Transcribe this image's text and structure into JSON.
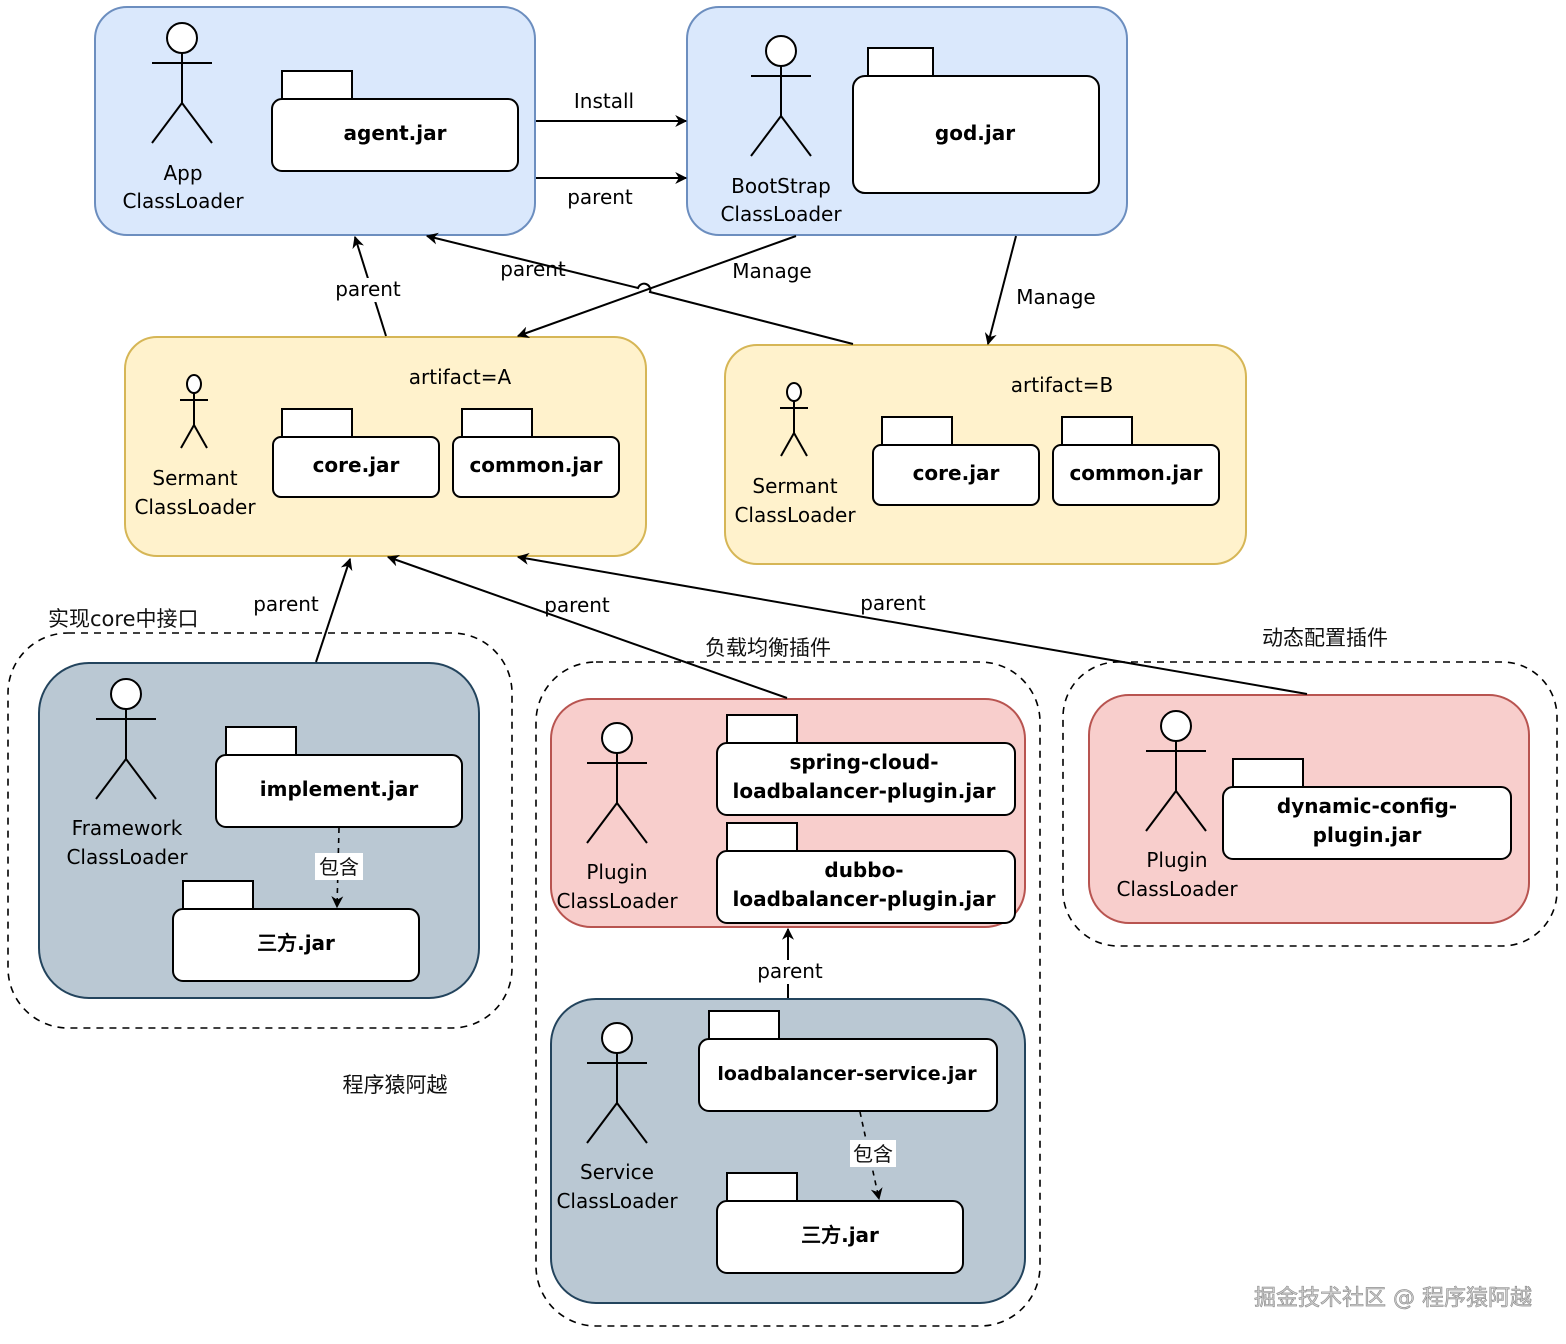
{
  "colors": {
    "blue_fill": "#dae8fc",
    "blue_stroke": "#6c8ebf",
    "yellow_fill": "#fff2cc",
    "yellow_stroke": "#d6b656",
    "red_fill": "#f8cecc",
    "red_stroke": "#b85450",
    "slate_fill": "#bac8d3",
    "slate_stroke": "#23445d"
  },
  "loaders": {
    "app": {
      "line1": "App",
      "line2": "ClassLoader",
      "jar": "agent.jar"
    },
    "bootstrap": {
      "line1": "BootStrap",
      "line2": "ClassLoader",
      "jar": "god.jar"
    },
    "sermant_a": {
      "line1": "Sermant",
      "line2": "ClassLoader",
      "artifact": "artifact=A",
      "jars": [
        "core.jar",
        "common.jar"
      ]
    },
    "sermant_b": {
      "line1": "Sermant",
      "line2": "ClassLoader",
      "artifact": "artifact=B",
      "jars": [
        "core.jar",
        "common.jar"
      ]
    },
    "framework": {
      "line1": "Framework",
      "line2": "ClassLoader",
      "jar1": "implement.jar",
      "jar2": "三方.jar",
      "contains": "包含"
    },
    "plugin_lb": {
      "line1": "Plugin",
      "line2": "ClassLoader",
      "jar1_line1": "spring-cloud-",
      "jar1_line2": "loadbalancer-plugin.jar",
      "jar2_line1": "dubbo-",
      "jar2_line2": "loadbalancer-plugin.jar"
    },
    "plugin_dc": {
      "line1": "Plugin",
      "line2": "ClassLoader",
      "jar_line1": "dynamic-config-",
      "jar_line2": "plugin.jar"
    },
    "service": {
      "line1": "Service",
      "line2": "ClassLoader",
      "jar1": "loadbalancer-service.jar",
      "jar2": "三方.jar",
      "contains": "包含"
    }
  },
  "groups": {
    "framework_group": "实现core中接口",
    "loadbalancer_group": "负载均衡插件",
    "dynamic_config_group": "动态配置插件"
  },
  "edges": {
    "install": "Install",
    "parent": "parent",
    "manage": "Manage"
  },
  "author": "程序猿阿越",
  "watermark": "掘金技术社区 @ 程序猿阿越"
}
